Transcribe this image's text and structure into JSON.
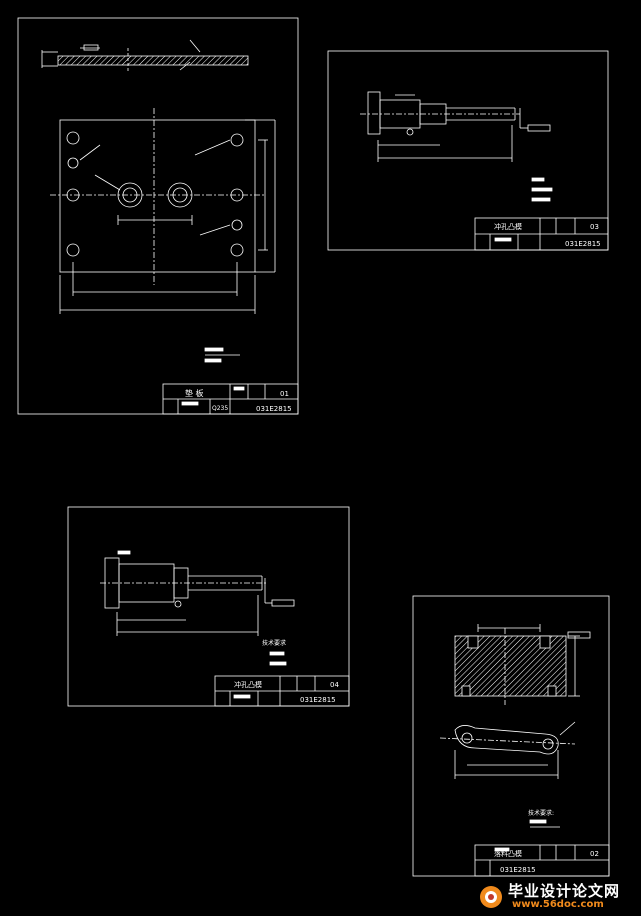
{
  "sheets": [
    {
      "id": "01",
      "title": "垫 板",
      "drawing_no": "01",
      "code": "031E2815",
      "material": "Q235"
    },
    {
      "id": "03",
      "title": "冲孔凸模",
      "drawing_no": "03",
      "code": "031E2815"
    },
    {
      "id": "04",
      "title": "冲孔凸模",
      "drawing_no": "04",
      "code": "031E2815",
      "note": "技术要求"
    },
    {
      "id": "02",
      "title": "落料凸模",
      "drawing_no": "02",
      "code": "031E2815",
      "note": "技术要求:"
    }
  ],
  "watermark": {
    "title": "毕业设计论文网",
    "url": "www.56doc.com"
  },
  "colors": {
    "background": "#000000",
    "line": "#ffffff",
    "hatch": "#ffffff",
    "watermark_accent": "#f08a1c"
  }
}
